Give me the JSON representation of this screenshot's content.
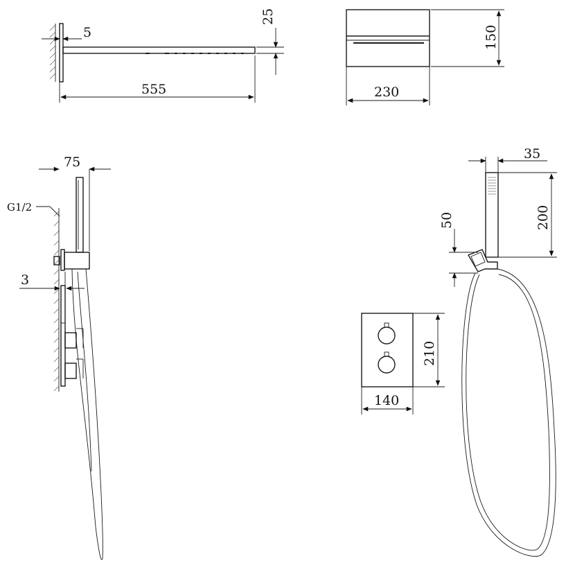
{
  "dimensions": {
    "wall_plate_thickness": "5",
    "arm_height": "25",
    "arm_length": "555",
    "head_width": "230",
    "head_height": "150",
    "holder_depth": "75",
    "thread": "G1/2",
    "plate_gap": "3",
    "hand_width": "35",
    "hand_length": "200",
    "bracket_height": "50",
    "valve_height": "210",
    "valve_width": "140"
  }
}
